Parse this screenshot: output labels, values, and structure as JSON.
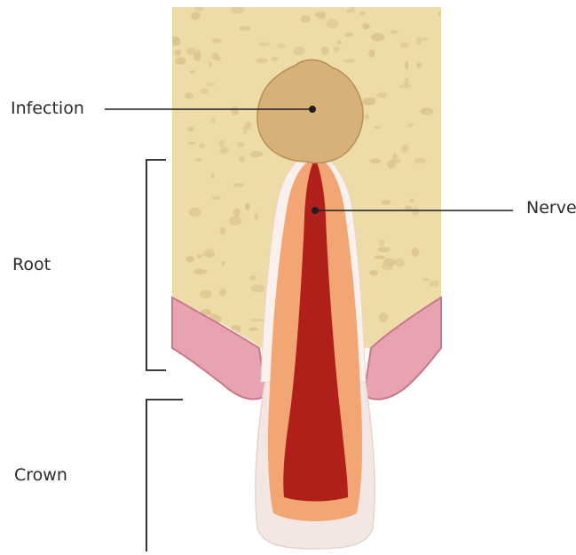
{
  "diagram": {
    "labels": {
      "infection": "Infection",
      "nerve": "Nerve",
      "root": "Root",
      "crown": "Crown"
    },
    "colors": {
      "bone": "#eddba8",
      "bone_spots": "#dcc48e",
      "gum": "#e7a3b0",
      "gum_dark": "#c9788b",
      "enamel": "#f4e6e2",
      "dentin": "#f2a673",
      "pulp": "#b01f19",
      "infection": "#d8b179",
      "line": "#1e1e1e"
    }
  }
}
